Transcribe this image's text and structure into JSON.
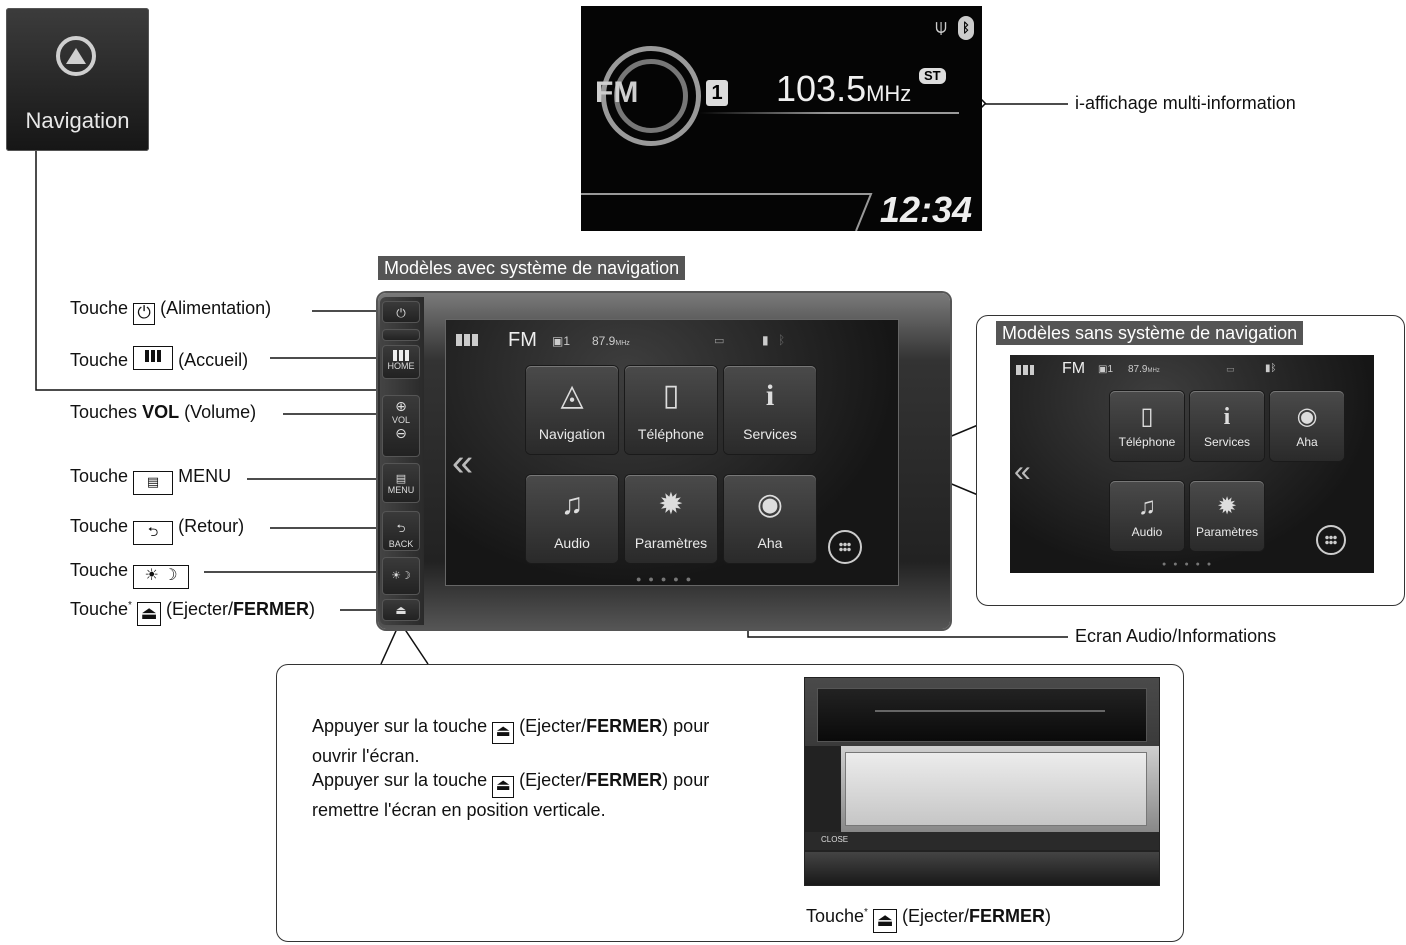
{
  "nav_icon": {
    "label": "Navigation"
  },
  "info_display": {
    "preset": "1",
    "frequency": "103.5",
    "unit": "MHz",
    "stereo": "ST",
    "band": "FM",
    "time": "12:34",
    "label": "i-affichage multi-information"
  },
  "nav_model": {
    "caption": "Modèles avec système de navigation",
    "status": {
      "band": "FM",
      "channel": "1",
      "frequency": "87.9",
      "unit": "MHz"
    },
    "tiles": [
      "Navigation",
      "Téléphone",
      "Services",
      "Audio",
      "Paramètres",
      "Aha"
    ],
    "buttons": {
      "home": "HOME",
      "vol": "VOL",
      "menu": "MENU",
      "back": "BACK"
    }
  },
  "no_nav_model": {
    "caption": "Modèles sans système de navigation",
    "status": {
      "band": "FM",
      "channel": "1",
      "frequency": "87.9",
      "unit": "MHz"
    },
    "tiles": [
      "Téléphone",
      "Services",
      "Aha",
      "Audio",
      "Paramètres"
    ]
  },
  "callouts": {
    "power": {
      "prefix": "Touche",
      "suffix": "(Alimentation)"
    },
    "home": {
      "prefix": "Touche",
      "suffix": "(Accueil)"
    },
    "vol": {
      "prefix": "Touches",
      "bold": "VOL",
      "suffix": "(Volume)"
    },
    "menu": {
      "prefix": "Touche",
      "suffix": "MENU"
    },
    "back": {
      "prefix": "Touche",
      "suffix": "(Retour)"
    },
    "day_night": {
      "prefix": "Touche"
    },
    "eject": {
      "prefix": "Touche",
      "star": "*",
      "open": "(Ejecter/",
      "bold": "FERMER",
      "close": ")"
    },
    "screen": "Ecran Audio/Informations"
  },
  "eject_panel": {
    "line1_a": "Appuyer sur la touche",
    "line1_b": "(Ejecter/",
    "line1_bold": "FERMER",
    "line1_c": ") pour",
    "line2": "ouvrir l'écran.",
    "line3_a": "Appuyer sur la touche",
    "line3_b": "(Ejecter/",
    "line3_bold": "FERMER",
    "line3_c": ") pour",
    "line4": "remettre l'écran en position verticale.",
    "photo_close": "CLOSE",
    "caption": {
      "prefix": "Touche",
      "star": "*",
      "open": "(Ejecter/",
      "bold": "FERMER",
      "close": ")"
    }
  }
}
